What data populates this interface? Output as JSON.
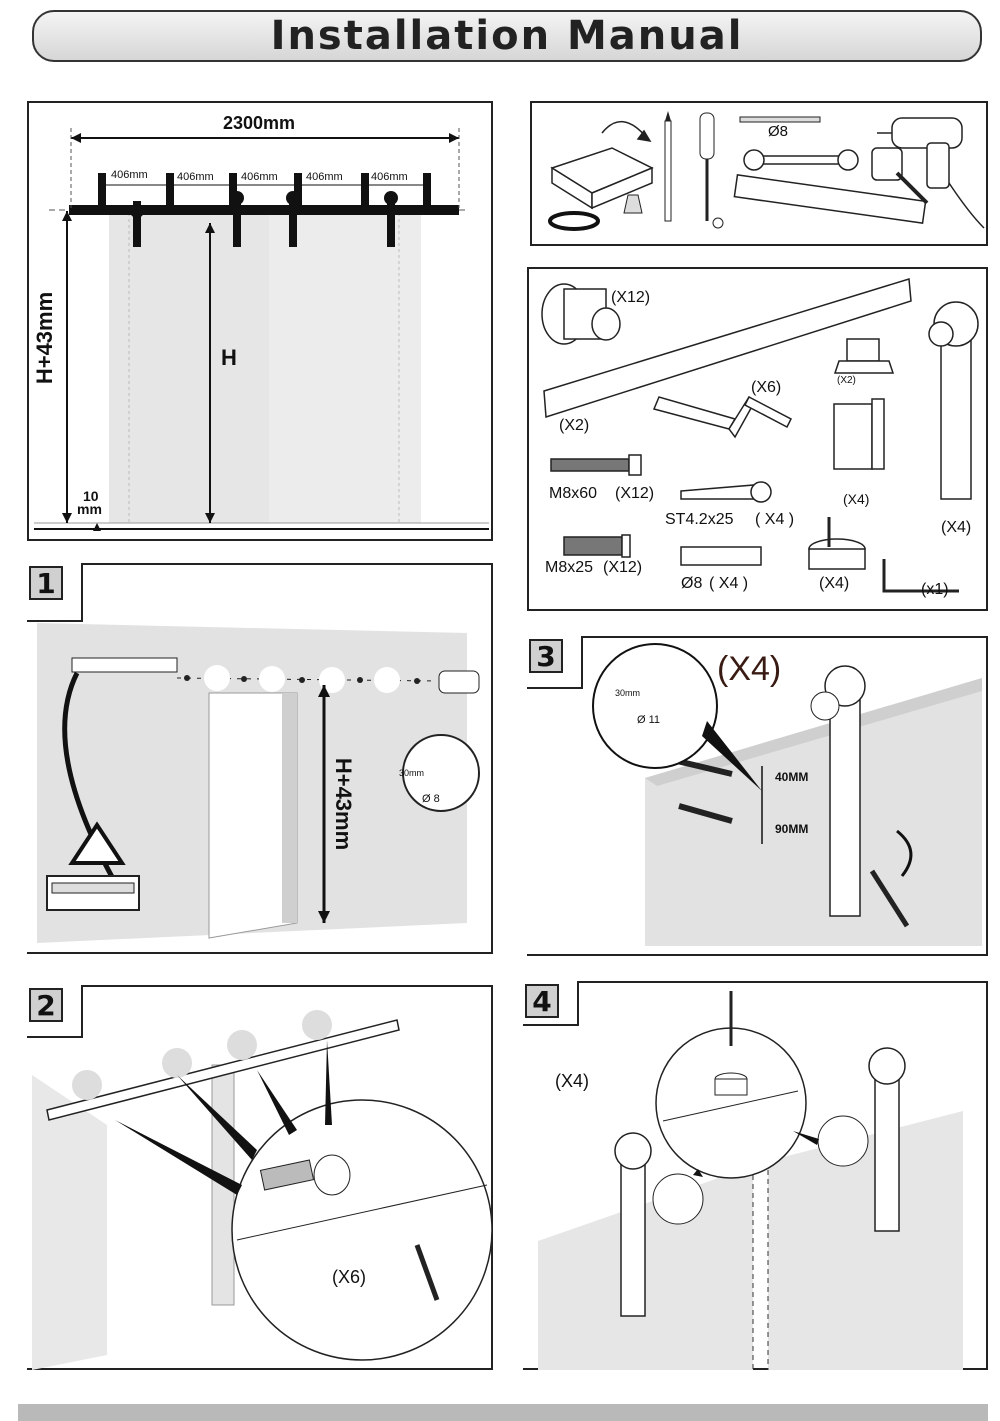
{
  "header": {
    "title": "Installation Manual"
  },
  "overview": {
    "total_width": "2300mm",
    "spacing": [
      "406mm",
      "406mm",
      "406mm",
      "406mm",
      "406mm"
    ],
    "height_label": "H+43mm",
    "door_height": "H",
    "floor_gap_value": "10",
    "floor_gap_unit": "mm"
  },
  "tools": {
    "drill_bit": "Ø8",
    "items": [
      "toolbox",
      "tape-coil",
      "chalk",
      "pencil",
      "screwdriver",
      "drill-bit",
      "wrench",
      "level",
      "drill",
      "tape-measure"
    ]
  },
  "parts": {
    "spacer_qty": "(X12)",
    "rail_qty": "(X2)",
    "bracket_qty": "(X6)",
    "floor_stop_qty": "(X2)",
    "door_stop_qty": "(X4)",
    "hanger_qty": "(X4)",
    "bolt_long": "M8x60",
    "bolt_long_qty": "(X12)",
    "screw": "ST4.2x25",
    "screw_qty": "( X4 )",
    "bolt_short": "M8x25",
    "bolt_short_qty": "(X12)",
    "anchor": "Ø8",
    "anchor_qty": "( X4 )",
    "guide_qty": "(X4)",
    "hex_key_qty": "(x1)"
  },
  "step1": {
    "number": "1",
    "height_label": "H+43mm",
    "drill_depth": "30mm",
    "drill_bit": "Ø 8"
  },
  "step2": {
    "number": "2",
    "qty": "(X6)"
  },
  "step3": {
    "number": "3",
    "qty": "(X4)",
    "drill_depth": "30mm",
    "drill_bit": "Ø 11",
    "top_offset": "40MM",
    "bolt_spacing": "90MM"
  },
  "step4": {
    "number": "4",
    "qty": "(X4)"
  }
}
